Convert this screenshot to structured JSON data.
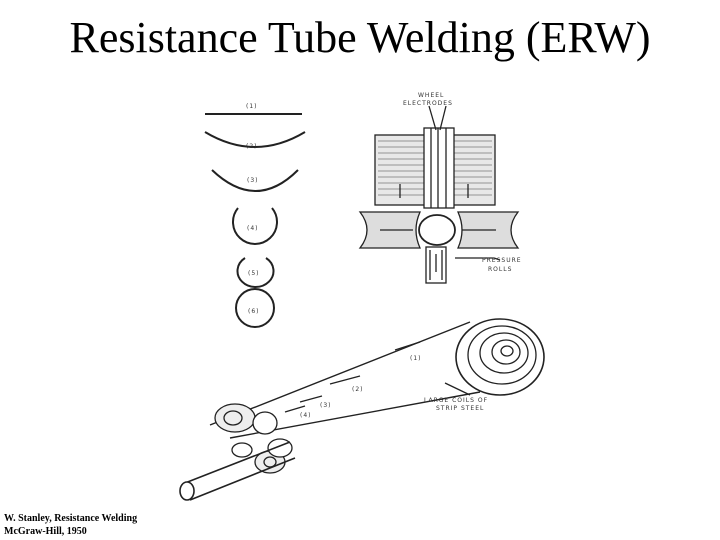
{
  "slide": {
    "title": "Resistance Tube Welding (ERW)",
    "citation_line1": "W. Stanley, Resistance Welding",
    "citation_line2": "McGraw-Hill, 1950"
  },
  "figure": {
    "stages": [
      "(1)",
      "(2)",
      "(3)",
      "(4)",
      "(5)",
      "(6)"
    ],
    "wheel_electrodes_line1": "WHEEL",
    "wheel_electrodes_line2": "ELECTRODES",
    "pressure_rolls_line1": "PRESSURE",
    "pressure_rolls_line2": "ROLLS",
    "coils_line1": "LARGE COILS OF",
    "coils_line2": "STRIP STEEL",
    "strip_stages": [
      "(1)",
      "(2)",
      "(3)",
      "(4)"
    ]
  }
}
